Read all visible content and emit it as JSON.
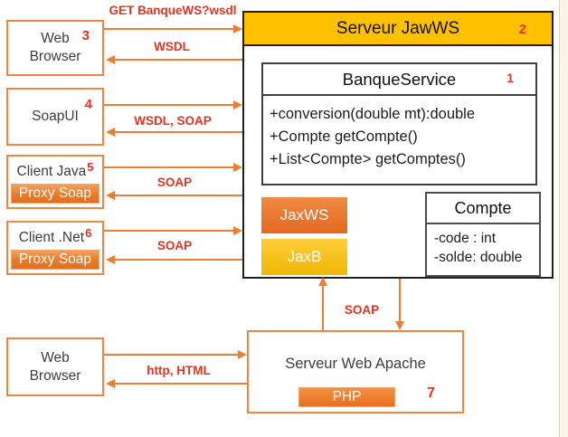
{
  "nodes": {
    "web_browser_top": {
      "label": "Web\nBrowser",
      "num": "3"
    },
    "soapui": {
      "label": "SoapUI",
      "num": "4"
    },
    "client_java": {
      "label": "Client Java",
      "num": "5",
      "proxy": "Proxy Soap"
    },
    "client_net": {
      "label": "Client .Net",
      "num": "6",
      "proxy": "Proxy Soap"
    },
    "jawws": {
      "title": "Serveur JawWS",
      "num": "2"
    },
    "banque_service": {
      "title": "BanqueService",
      "num": "1",
      "methods": [
        "+conversion(double mt):double",
        "+Compte getCompte()",
        "+List<Compte> getComptes()"
      ]
    },
    "jaxws": {
      "label": "JaxWS"
    },
    "jaxb": {
      "label": "JaxB"
    },
    "compte": {
      "title": "Compte",
      "attrs": [
        "-code : int",
        "-solde: double"
      ]
    },
    "apache": {
      "title": "Serveur Web Apache",
      "php": "PHP",
      "num": "7"
    },
    "web_browser_bottom": {
      "label": "Web\nBrowser"
    }
  },
  "edges": {
    "get_wsdl": "GET BanqueWS?wsdl",
    "wsdl": "WSDL",
    "wsdl_soap": "WSDL, SOAP",
    "soap_java": "SOAP",
    "soap_net": "SOAP",
    "soap_vertical": "SOAP",
    "http_html": "http, HTML"
  },
  "colors": {
    "arrow_orange": "#ED7D31",
    "label_red": "#E5331F",
    "header_gold": "#FFC000"
  }
}
